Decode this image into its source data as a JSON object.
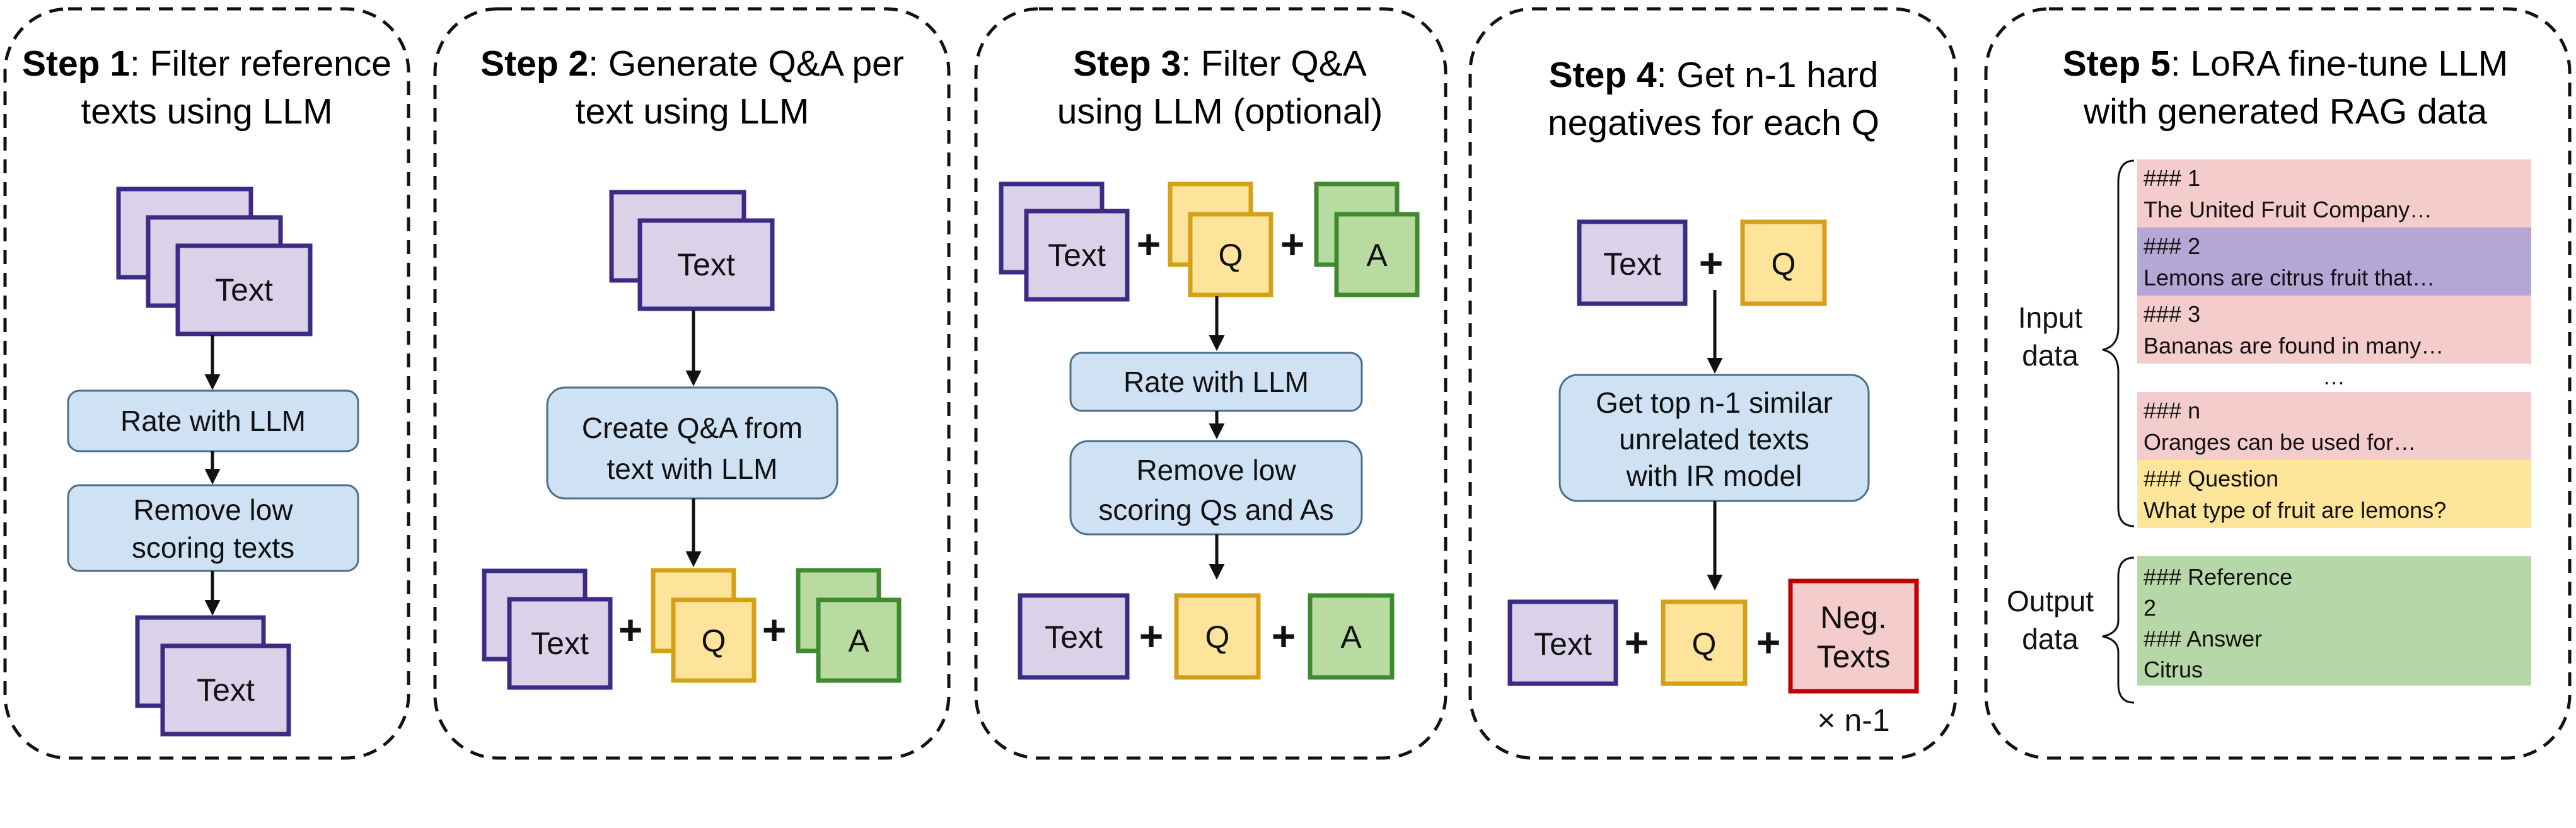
{
  "colors": {
    "text_fill": "#d9d2e9",
    "text_stroke": "#3d2a85",
    "q_fill": "#fde49a",
    "q_stroke": "#d4a017",
    "a_fill": "#b7dba0",
    "a_stroke": "#3f8a2e",
    "neg_fill": "#f4cccc",
    "neg_stroke": "#c00000",
    "process_fill": "#cfe2f3",
    "process_stroke": "#4a6f8a",
    "rag_pink": "#f4cccc",
    "rag_purple": "#b4a7d6",
    "rag_yellow": "#fde59a",
    "rag_green": "#b6d7a8"
  },
  "labels": {
    "text": "Text",
    "q": "Q",
    "a": "A",
    "neg_texts": [
      "Neg.",
      "Texts"
    ],
    "plus": "+"
  },
  "steps": [
    {
      "name": "Step 1",
      "title_rest": ": Filter reference",
      "title_line2": "texts using LLM",
      "process": [
        [
          "Rate with LLM"
        ],
        [
          "Remove low",
          "scoring texts"
        ]
      ]
    },
    {
      "name": "Step 2",
      "title_rest": ": Generate Q&A per",
      "title_line2": "text using LLM",
      "process": [
        [
          "Create Q&A from",
          "text with LLM"
        ]
      ]
    },
    {
      "name": "Step 3",
      "title_rest": ": Filter Q&A",
      "title_line2": "using LLM (optional)",
      "process": [
        [
          "Rate with LLM"
        ],
        [
          "Remove low",
          "scoring Qs and As"
        ]
      ]
    },
    {
      "name": "Step 4",
      "title_rest": ": Get n-1 hard",
      "title_line2": "negatives for each Q",
      "process": [
        [
          "Get top n-1 similar",
          "unrelated texts",
          "with IR model"
        ]
      ],
      "multiplier": "× n-1"
    },
    {
      "name": "Step 5",
      "title_rest": ": LoRA fine-tune LLM",
      "title_line2": "with generated RAG data",
      "input_label": [
        "Input",
        "data"
      ],
      "output_label": [
        "Output",
        "data"
      ],
      "input_rows": [
        {
          "color": "pink",
          "lines": [
            "### 1",
            "The United Fruit Company…"
          ]
        },
        {
          "color": "purple",
          "lines": [
            "### 2",
            "Lemons are citrus fruit that…"
          ]
        },
        {
          "color": "pink",
          "lines": [
            "### 3",
            "Bananas are found in many…"
          ]
        },
        {
          "color": "white",
          "lines": [
            "…"
          ]
        },
        {
          "color": "pink",
          "lines": [
            "### n",
            "Oranges can be used for…"
          ]
        },
        {
          "color": "yellow",
          "lines": [
            "### Question",
            "What type of fruit are lemons?"
          ]
        }
      ],
      "output_lines": [
        "### Reference",
        "2",
        "### Answer",
        "Citrus"
      ]
    }
  ]
}
